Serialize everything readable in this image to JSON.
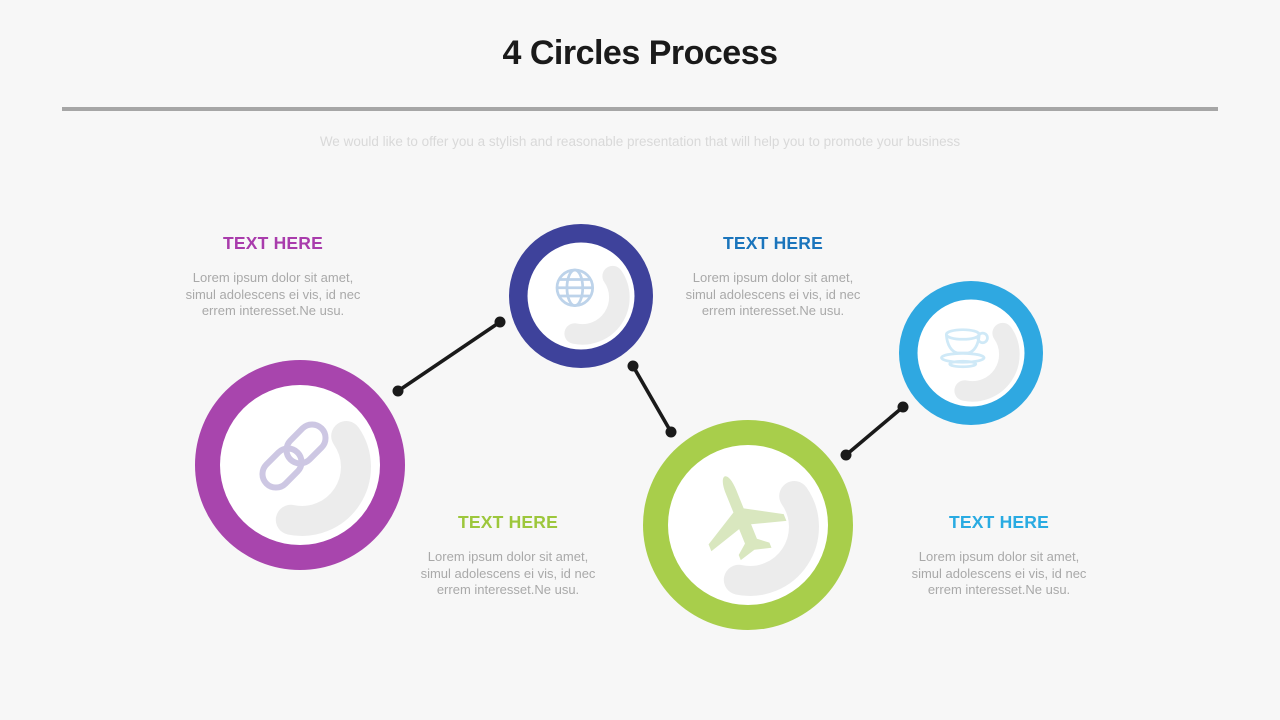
{
  "slide": {
    "title": "4 Circles Process",
    "subtitle": "We would like to offer you a stylish and reasonable presentation that will help you to promote your business",
    "background_color": "#f7f7f7",
    "title_color": "#1a1a1a",
    "subtitle_color": "#d9d9d9",
    "divider_color": "#a6a6a6"
  },
  "decor": {
    "inner_circle_color": "#ffffff",
    "swoosh_color": "#ececec",
    "connector_color": "#1a1a1a"
  },
  "steps": [
    {
      "label": "TEXT HERE",
      "label_color": "#a93cac",
      "body": "Lorem ipsum dolor sit amet,\nsimul adolescens ei vis, id nec\nerrem interesset.Ne usu.",
      "body_color": "#a9a9a9",
      "ring_color": "#a845ad",
      "icon": "chain-link-icon",
      "icon_color": "#cdc7e3"
    },
    {
      "label": "TEXT HERE",
      "label_color": "#1b75bc",
      "body": "Lorem ipsum dolor sit amet,\nsimul adolescens ei vis, id nec\nerrem interesset.Ne usu.",
      "body_color": "#a9a9a9",
      "ring_color": "#3e429b",
      "icon": "globe-icon",
      "icon_color": "#bdd3ea"
    },
    {
      "label": "TEXT HERE",
      "label_color": "#9dc73c",
      "body": "Lorem ipsum dolor sit amet,\nsimul adolescens ei vis, id nec\nerrem interesset.Ne usu.",
      "body_color": "#a9a9a9",
      "ring_color": "#a8ce4b",
      "icon": "airplane-icon",
      "icon_color": "#d9e7bf"
    },
    {
      "label": "TEXT HERE",
      "label_color": "#29abe2",
      "body": "Lorem ipsum dolor sit amet,\nsimul adolescens ei vis, id nec\nerrem interesset.Ne usu.",
      "body_color": "#a9a9a9",
      "ring_color": "#2fa8e1",
      "icon": "coffee-cup-icon",
      "icon_color": "#cfe9f7"
    }
  ]
}
